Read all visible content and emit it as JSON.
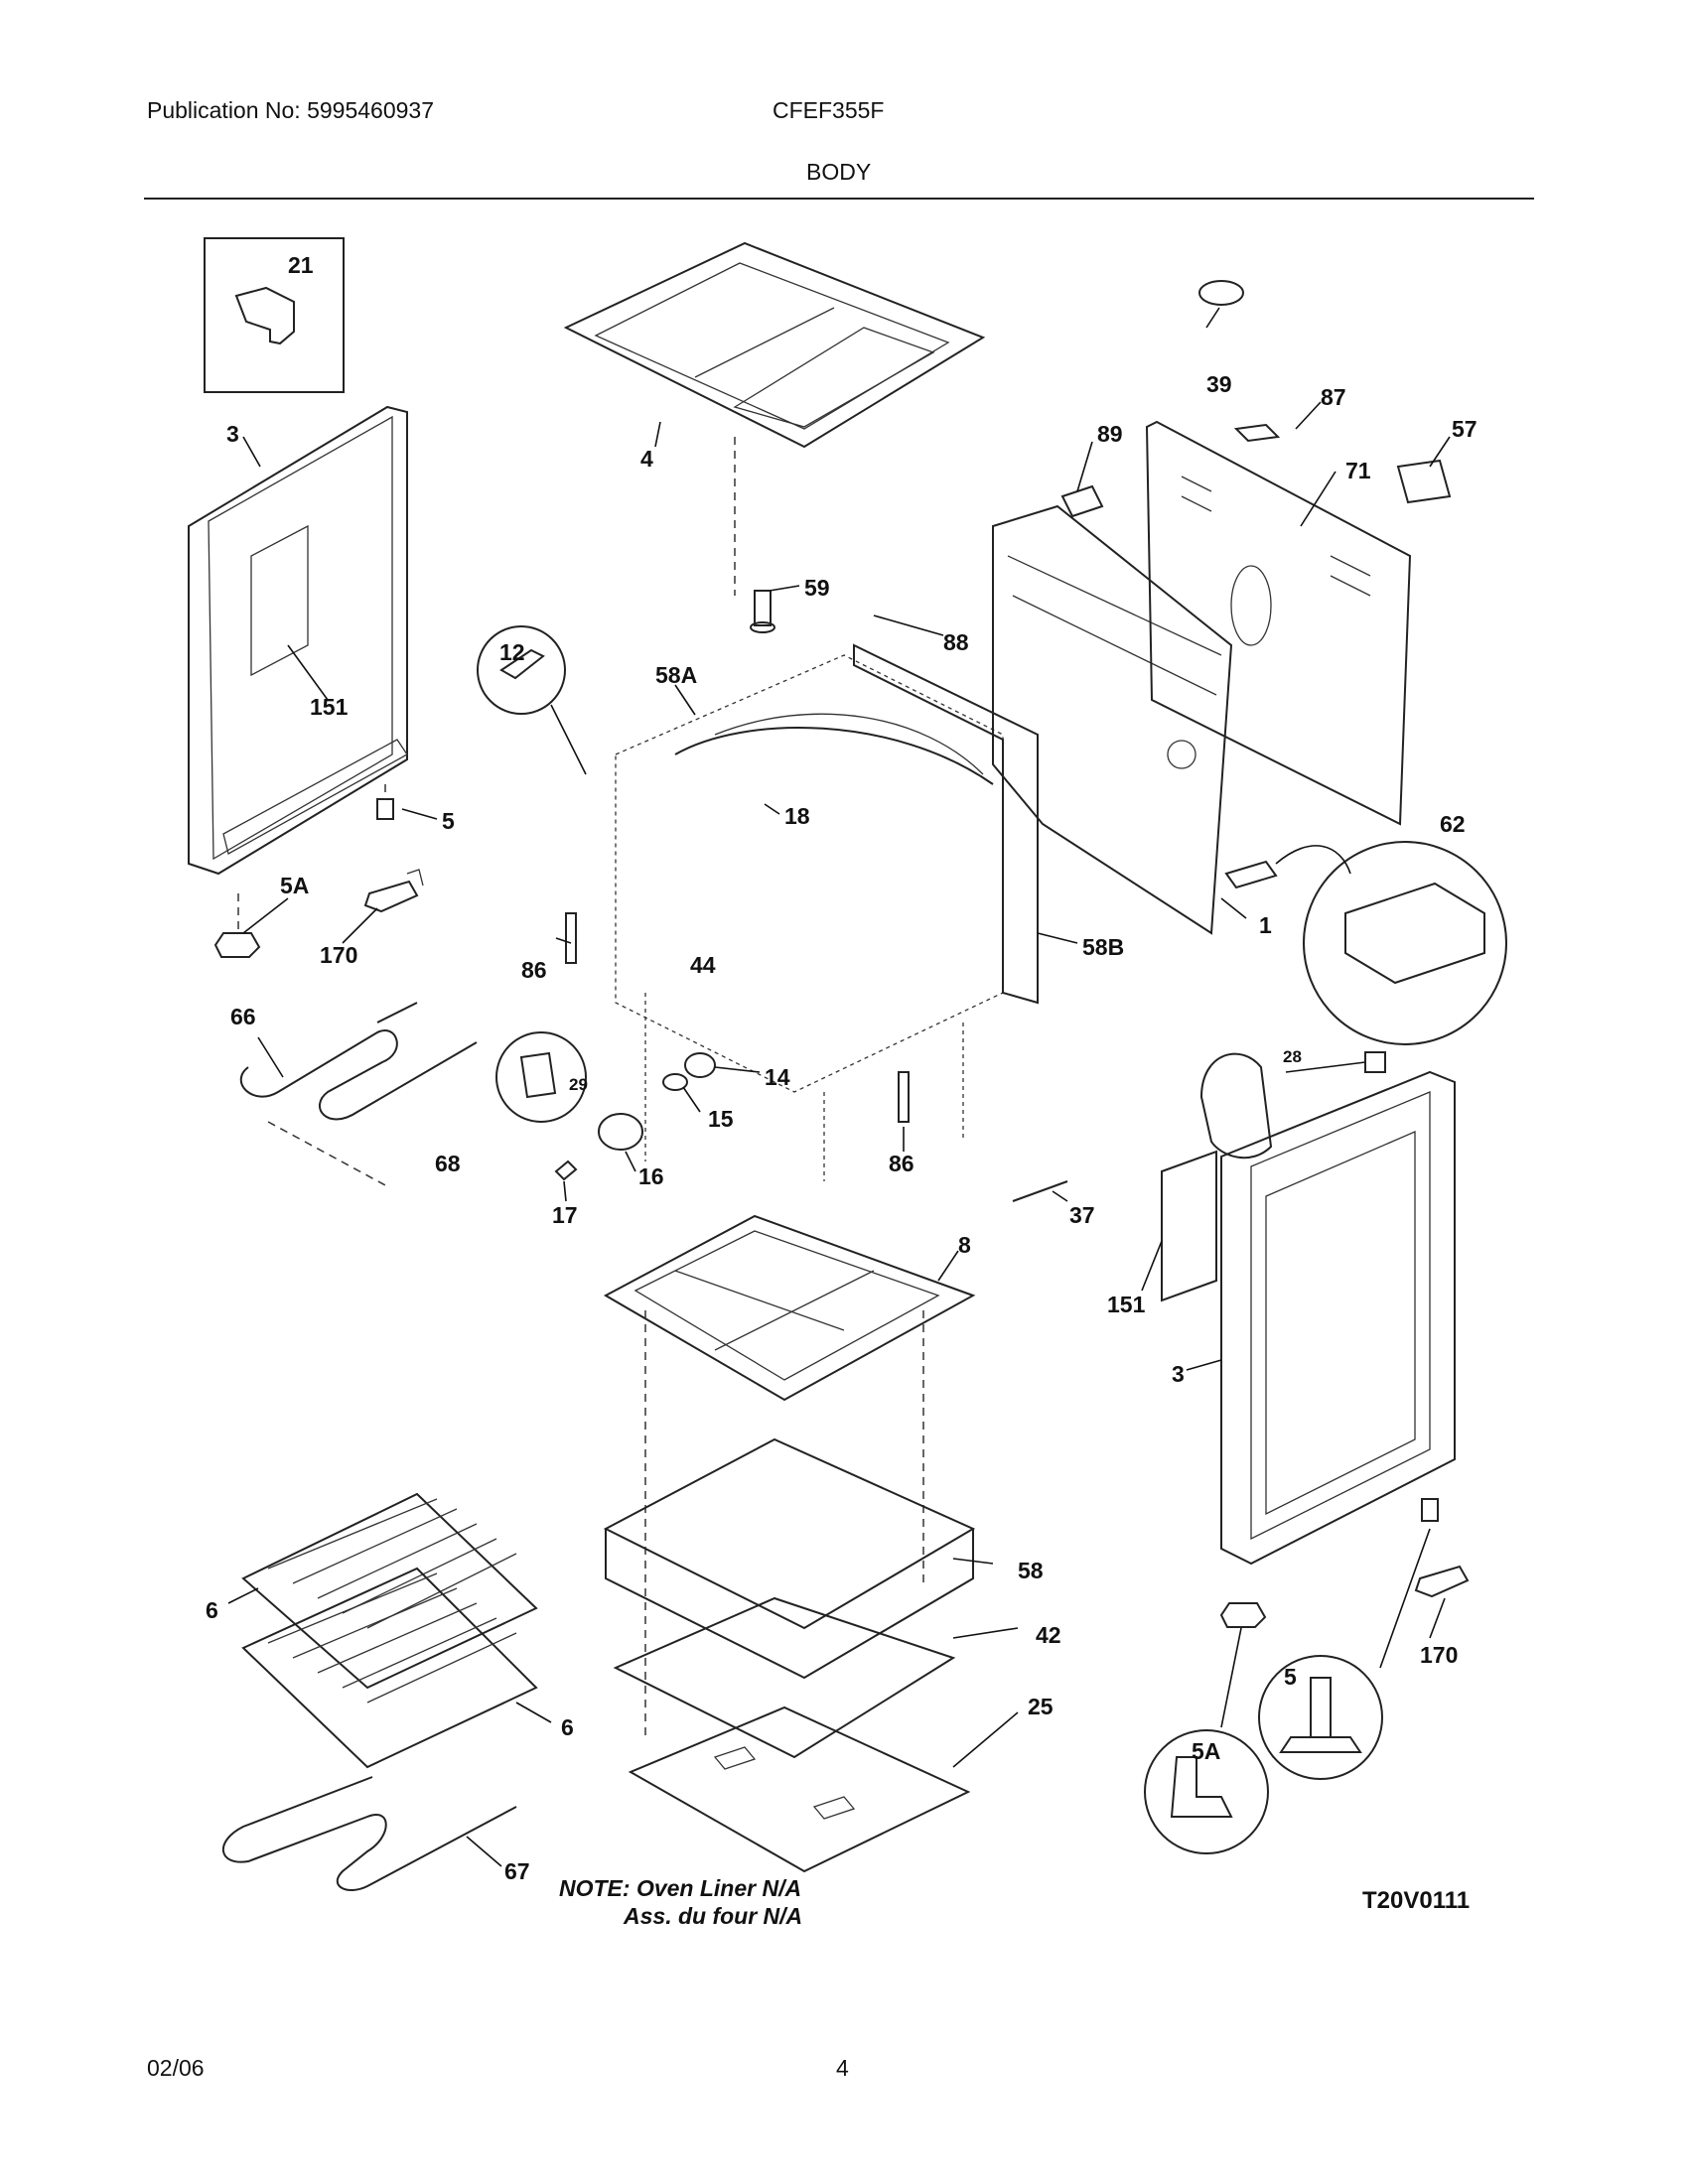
{
  "header": {
    "publication": "Publication No: 5995460937",
    "model": "CFEF355F",
    "section": "BODY"
  },
  "footer": {
    "date": "02/06",
    "page": "4"
  },
  "diagram": {
    "callouts": {
      "c21": "21",
      "c3a": "3",
      "c151a": "151",
      "c5a": "5",
      "c5Aa": "5A",
      "c170a": "170",
      "c4": "4",
      "c59": "59",
      "c58A": "58A",
      "c12": "12",
      "c18": "18",
      "c86a": "86",
      "c44": "44",
      "c39": "39",
      "c87": "87",
      "c57": "57",
      "c89": "89",
      "c71": "71",
      "c88": "88",
      "c62": "62",
      "c1": "1",
      "c58B": "58B",
      "c66": "66",
      "c68": "68",
      "c29": "29",
      "c14": "14",
      "c15": "15",
      "c16": "16",
      "c17": "17",
      "c86b": "86",
      "c37": "37",
      "c8": "8",
      "c28": "28",
      "c151b": "151",
      "c3b": "3",
      "c58": "58",
      "c42": "42",
      "c25": "25",
      "c6a": "6",
      "c6b": "6",
      "c67": "67",
      "c170b": "170",
      "c5b": "5",
      "c5Ab": "5A"
    },
    "note_line1": "NOTE: Oven Liner N/A",
    "note_line2": "Ass. du four N/A",
    "drawing_code": "T20V0111"
  }
}
